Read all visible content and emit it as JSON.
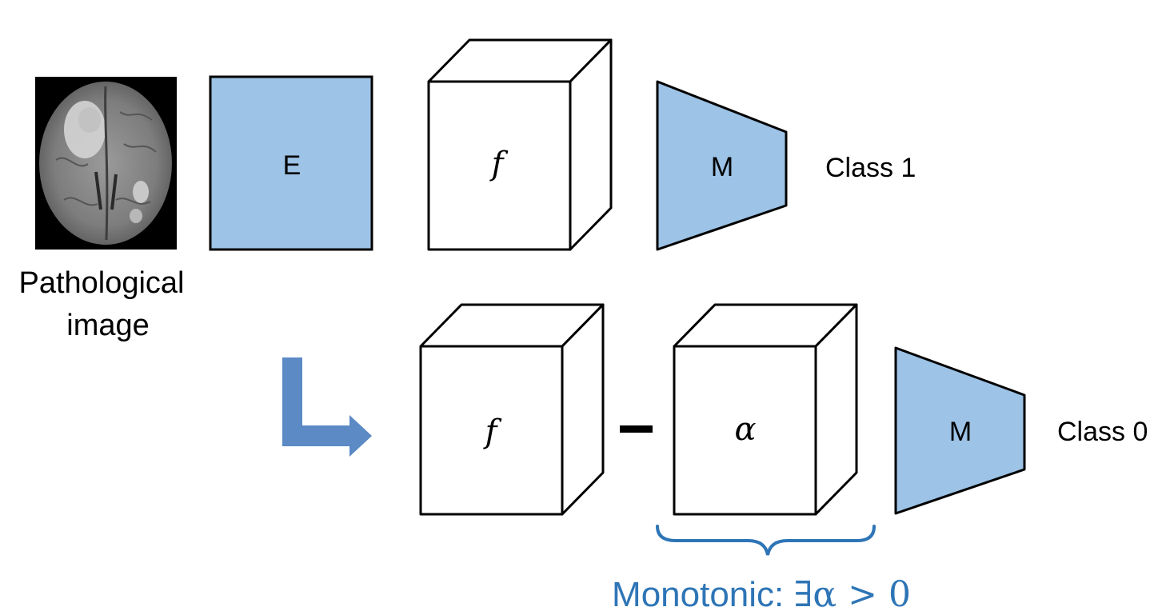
{
  "input_image": {
    "caption_line1": "Pathological",
    "caption_line2": "image"
  },
  "top_row": {
    "encoder_label": "E",
    "feature_label": "f",
    "model_label": "M",
    "output_label": "Class 1"
  },
  "bottom_row": {
    "feature_label": "f",
    "operator": "−",
    "alpha_label": "α",
    "model_label": "M",
    "output_label": "Class 0"
  },
  "annotation": {
    "text": "Monotonic: ",
    "math": "∃α > 0"
  },
  "colors": {
    "block_fill": "#9dc3e6",
    "arrow_fill": "#5b8ac5",
    "annotation_color": "#2e75b6",
    "stroke": "#000000"
  }
}
